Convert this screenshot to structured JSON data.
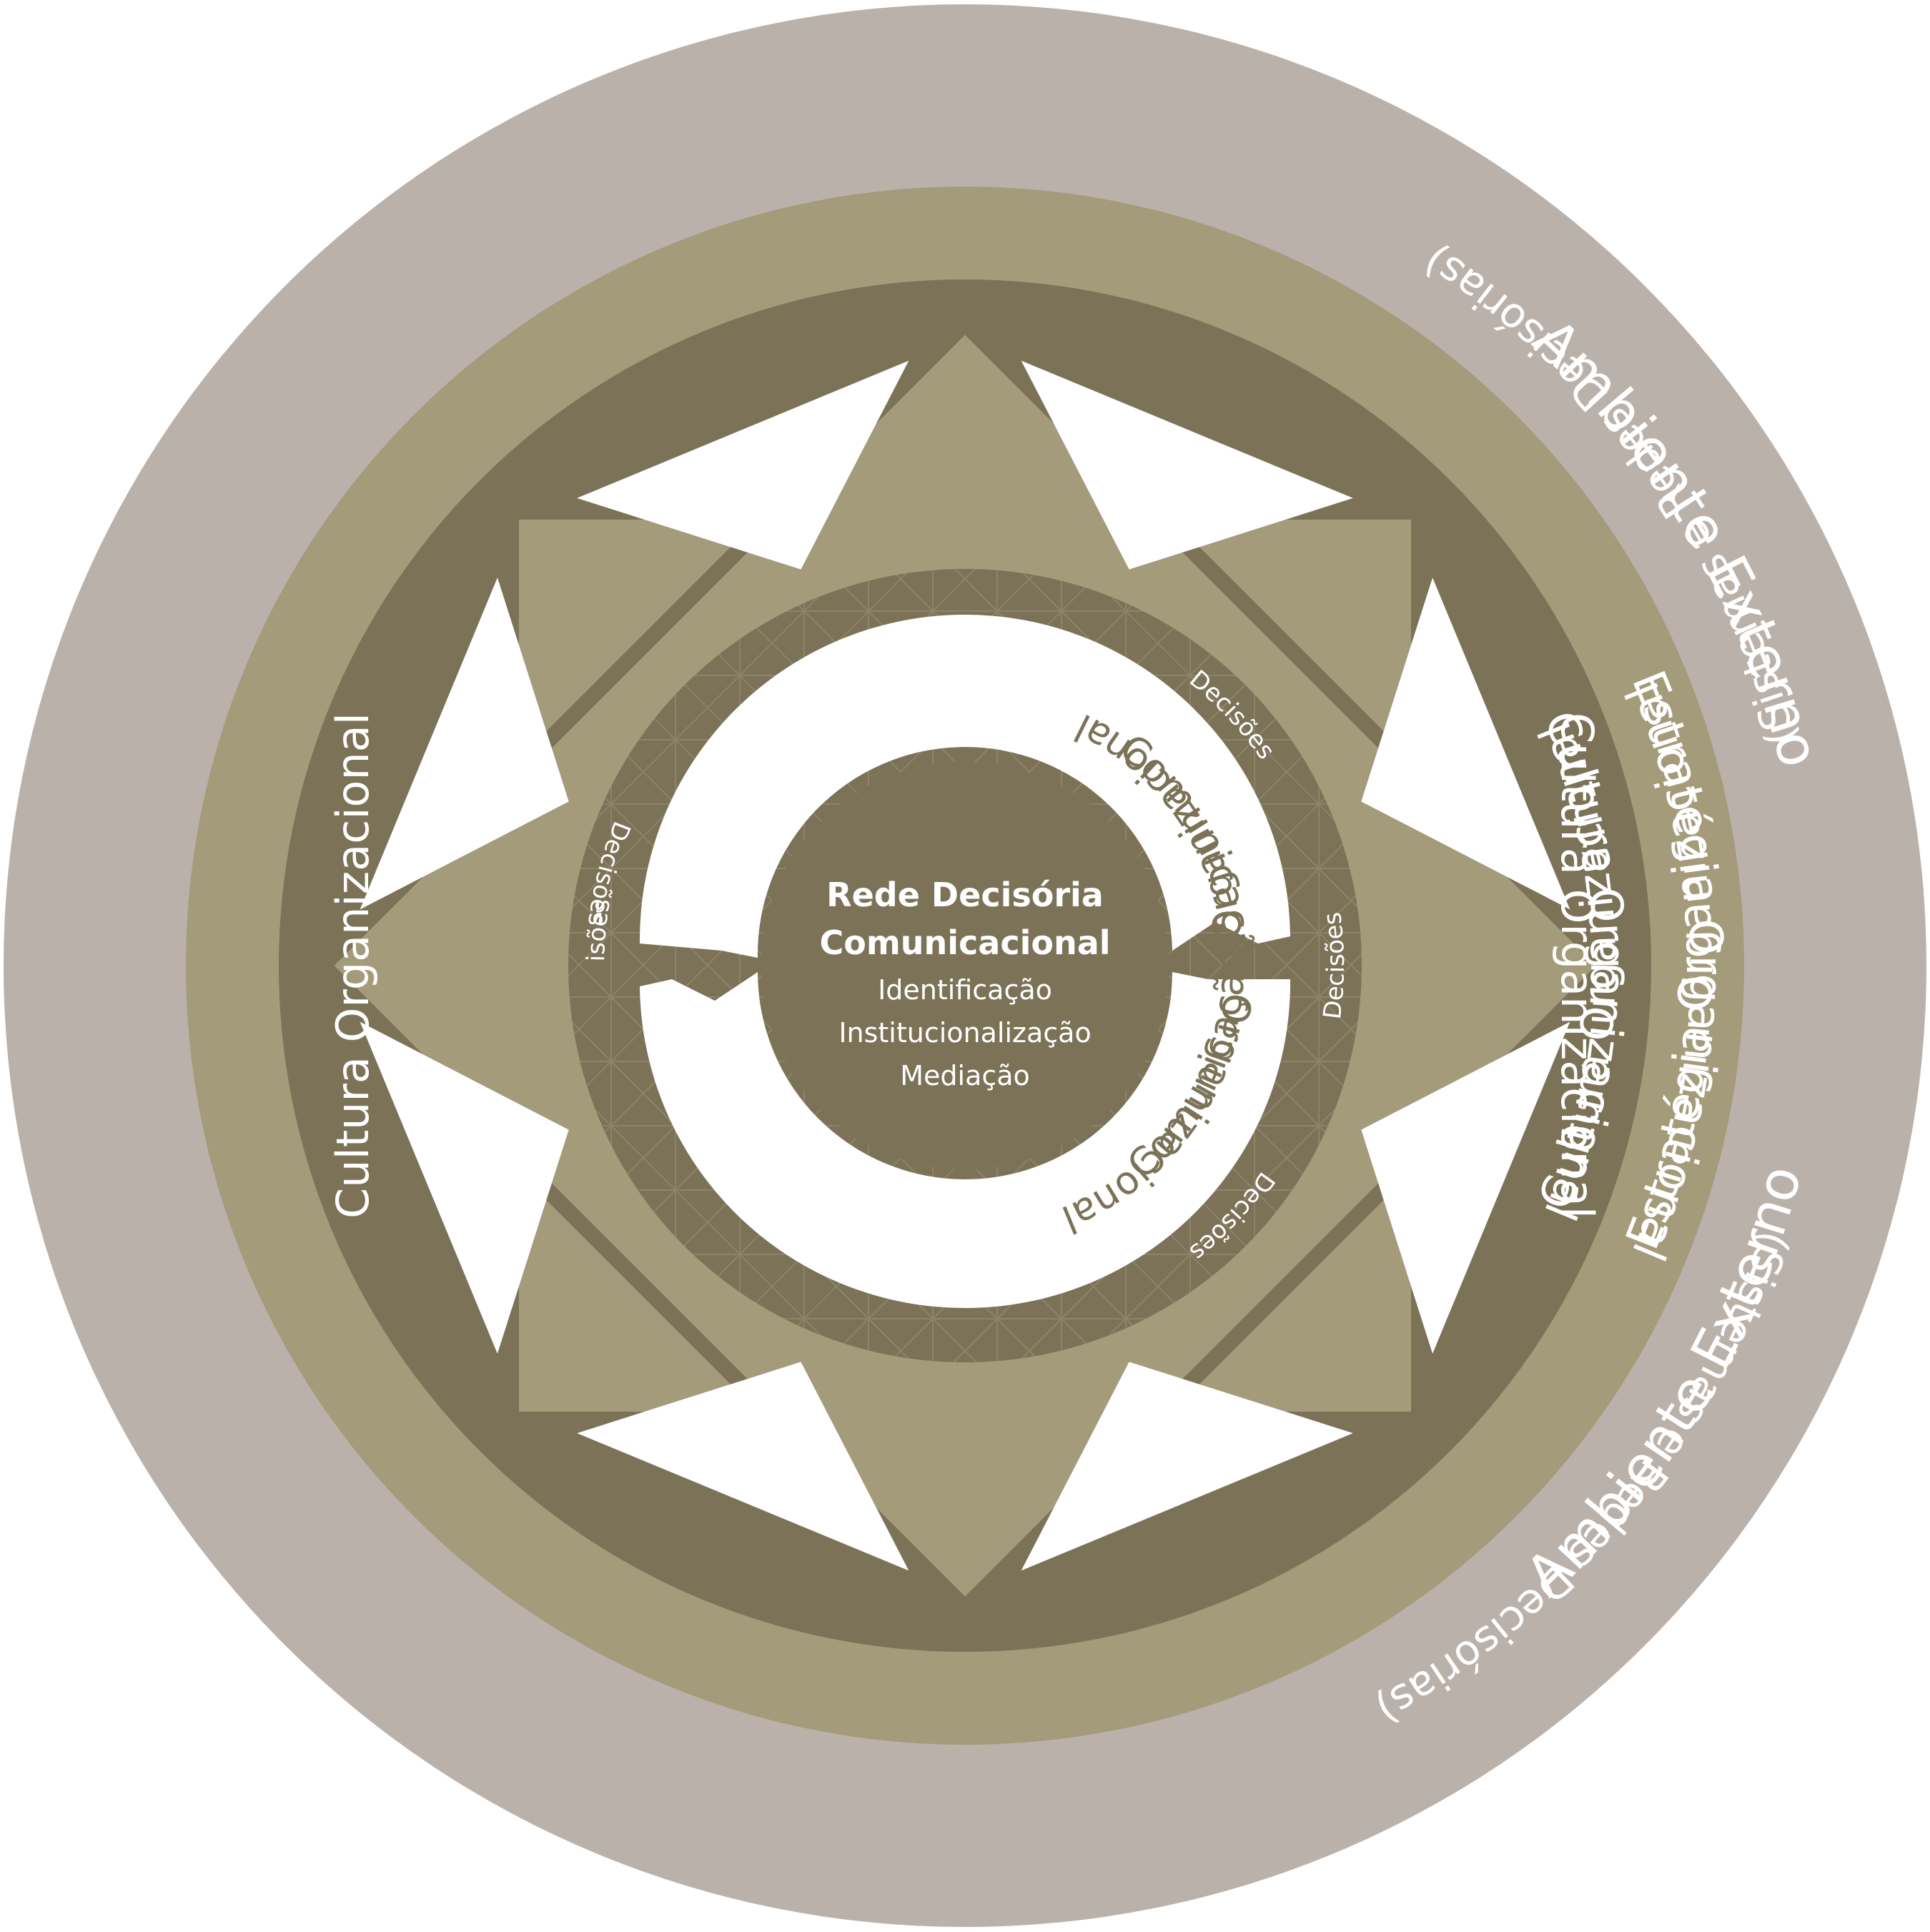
{
  "colors": {
    "outer_ring": "#bbb1ab",
    "strategy_ring": "#a49b7b",
    "culture_ring": "#7b7257",
    "star_fill": "#a49b7b",
    "white": "#ffffff",
    "text": "#ffffff"
  },
  "rings": {
    "ambiente_externo": {
      "title": "Ambiente Externo",
      "subtitle": "(Sistemas e Redes Decisórias)"
    },
    "estrategia": "Estratégia Organizacional",
    "cultura": "Cultura Organizacional"
  },
  "decisoes_label": "Decisões",
  "comunicacao": "Comunicação Organizacional",
  "center": {
    "title_line1": "Rede Decisória",
    "title_line2": "Comunicacional",
    "items": [
      "Identificação",
      "Institucionalização",
      "Mediação"
    ]
  }
}
